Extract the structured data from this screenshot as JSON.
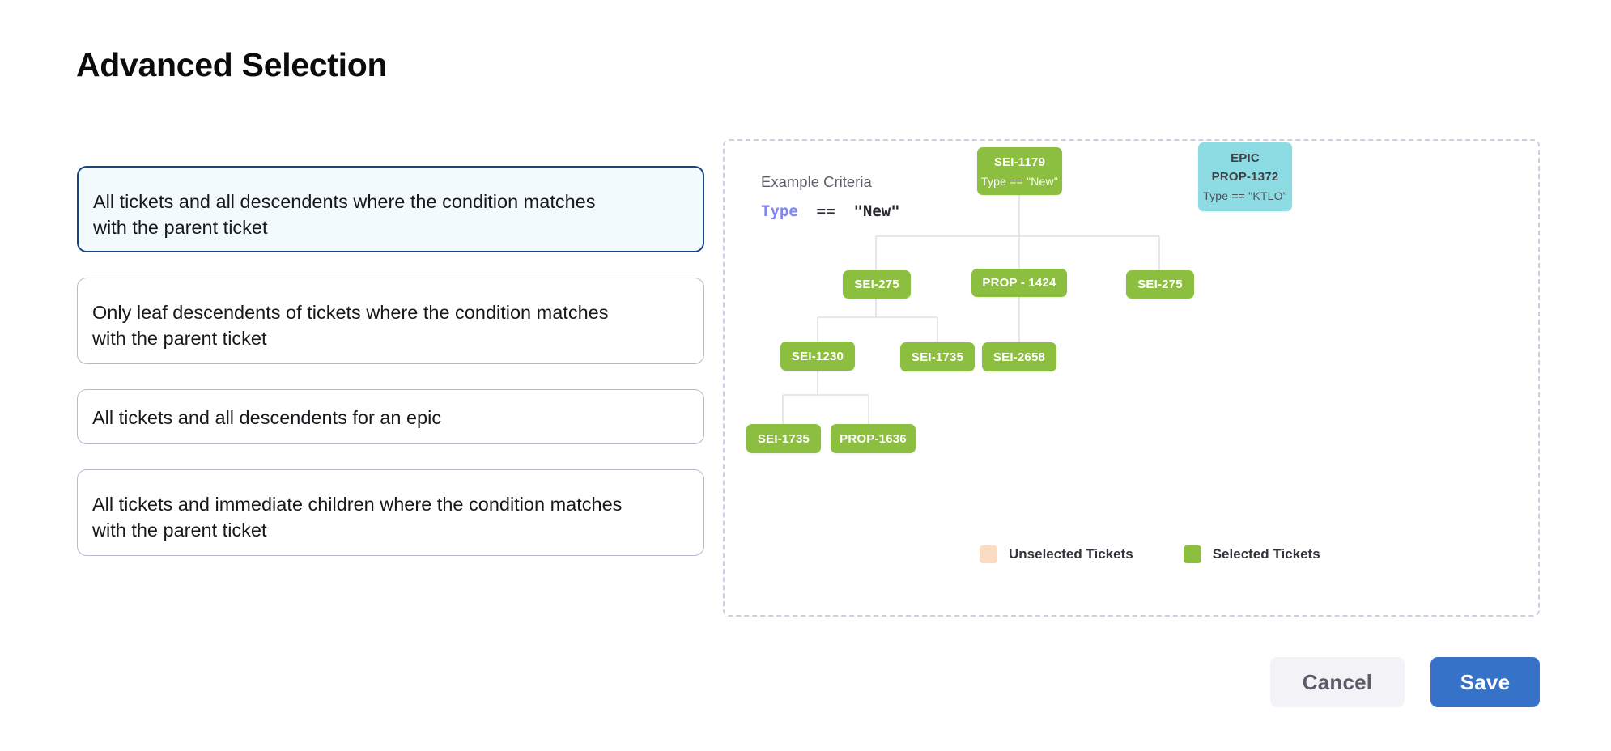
{
  "page_title": "Advanced Selection",
  "options": [
    {
      "label": "All tickets and all descendents where the condition matches with the parent ticket",
      "selected": true
    },
    {
      "label": "Only leaf descendents of tickets where the condition matches with the parent ticket",
      "selected": false
    },
    {
      "label": "All tickets and all descendents for an epic",
      "selected": false
    },
    {
      "label": "All tickets and immediate children where the condition matches with the parent ticket",
      "selected": false
    }
  ],
  "diagram": {
    "criteria_label": "Example Criteria",
    "criteria_key": "Type",
    "criteria_op": "==",
    "criteria_value": "\"New\"",
    "nodes": {
      "root": {
        "id": "SEI-1179",
        "sub": "Type == \"New\""
      },
      "epic": {
        "title": "EPIC",
        "id": "PROP-1372",
        "sub": "Type == \"KTLO\""
      },
      "l2a": {
        "id": "SEI-275"
      },
      "l2b": {
        "id": "PROP - 1424"
      },
      "l2c": {
        "id": "SEI-275"
      },
      "l3a": {
        "id": "SEI-1230"
      },
      "l3b": {
        "id": "SEI-1735"
      },
      "l3c": {
        "id": "SEI-2658"
      },
      "l4a": {
        "id": "SEI-1735"
      },
      "l4b": {
        "id": "PROP-1636"
      }
    },
    "legend": [
      {
        "label": "Unselected Tickets",
        "color": "#fadcc2"
      },
      {
        "label": "Selected Tickets",
        "color": "#8cbf3f"
      }
    ]
  },
  "footer": {
    "cancel_label": "Cancel",
    "save_label": "Save"
  },
  "colors": {
    "selected_node": "#8cbf3f",
    "epic_node": "#8ddbe3",
    "accent_blue": "#3672c8",
    "selected_card_border": "#17457f"
  }
}
